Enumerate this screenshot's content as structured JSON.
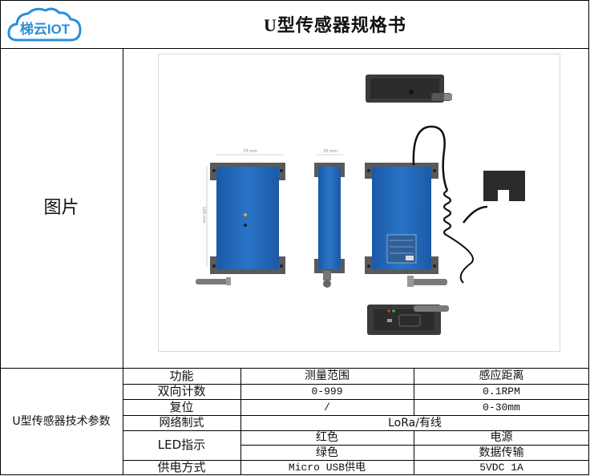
{
  "header": {
    "logo_text": "梯云IOT",
    "title": "U型传感器规格书"
  },
  "image_section": {
    "label": "图片",
    "figure": {
      "dim_width": "70 mm",
      "dim_depth": "35 mm",
      "dim_height": "100 mm"
    }
  },
  "specs": {
    "group_label": "U型传感器技术参数",
    "rows": [
      {
        "name": "功能",
        "col1": "测量范围",
        "col2": "感应距离"
      },
      {
        "name": "双向计数",
        "col1": "0-999",
        "col2": "0.1RPM"
      },
      {
        "name": "复位",
        "col1": "/",
        "col2": "0-30mm"
      },
      {
        "name": "网络制式",
        "merged": "LoRa/有线"
      },
      {
        "name": "LED指示",
        "sub": [
          {
            "col1": "红色",
            "col2": "电源"
          },
          {
            "col1": "绿色",
            "col2": "数据传输"
          }
        ]
      },
      {
        "name": "供电方式",
        "col1": "Micro USB供电",
        "col2": "5VDC 1A"
      }
    ]
  },
  "colors": {
    "accent_blue": "#1f66b8",
    "logo_blue": "#2a8fd8",
    "bracket": "#4a4a4a"
  }
}
